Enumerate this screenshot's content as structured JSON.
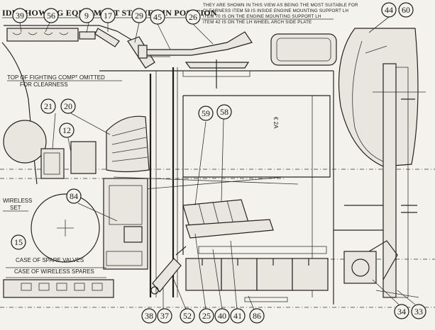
{
  "title": "IDE SHOWING EQUIPMENT STOWED IN POSITION",
  "note_lines": [
    "THEY ARE SHOWN IN THIS VIEW AS BEING THE MOST SUITABLE FOR",
    "CLEARNESS ITEM 58 IS INSIDE ENGINE MOUNTING SUPPORT LH",
    "ITEM 70 IS ON THE ENGINE MOUNTING SUPPORT LH",
    "ITEM 42 IS ON THE LH WHEEL ARCH SIDE PLATE"
  ],
  "labels": {
    "fighting_top_1": "TOP OF FIGHTING COMPᵀ OMITTED",
    "fighting_top_2": "FOR CLEARNESS",
    "wireless_1": "WIRELESS",
    "wireless_2": "SET",
    "spare_valves": "CASE OF SPARE VALVES",
    "wireless_spares": "CASE OF WIRELESS SPARES",
    "centre_mark": "€ 2A"
  },
  "callouts": [
    "39",
    "56",
    "9",
    "17",
    "29",
    "45",
    "26",
    "44",
    "60",
    "21",
    "20",
    "12",
    "84",
    "59",
    "58",
    "15",
    "38",
    "37",
    "52",
    "25",
    "40",
    "41",
    "86",
    "34",
    "33"
  ]
}
